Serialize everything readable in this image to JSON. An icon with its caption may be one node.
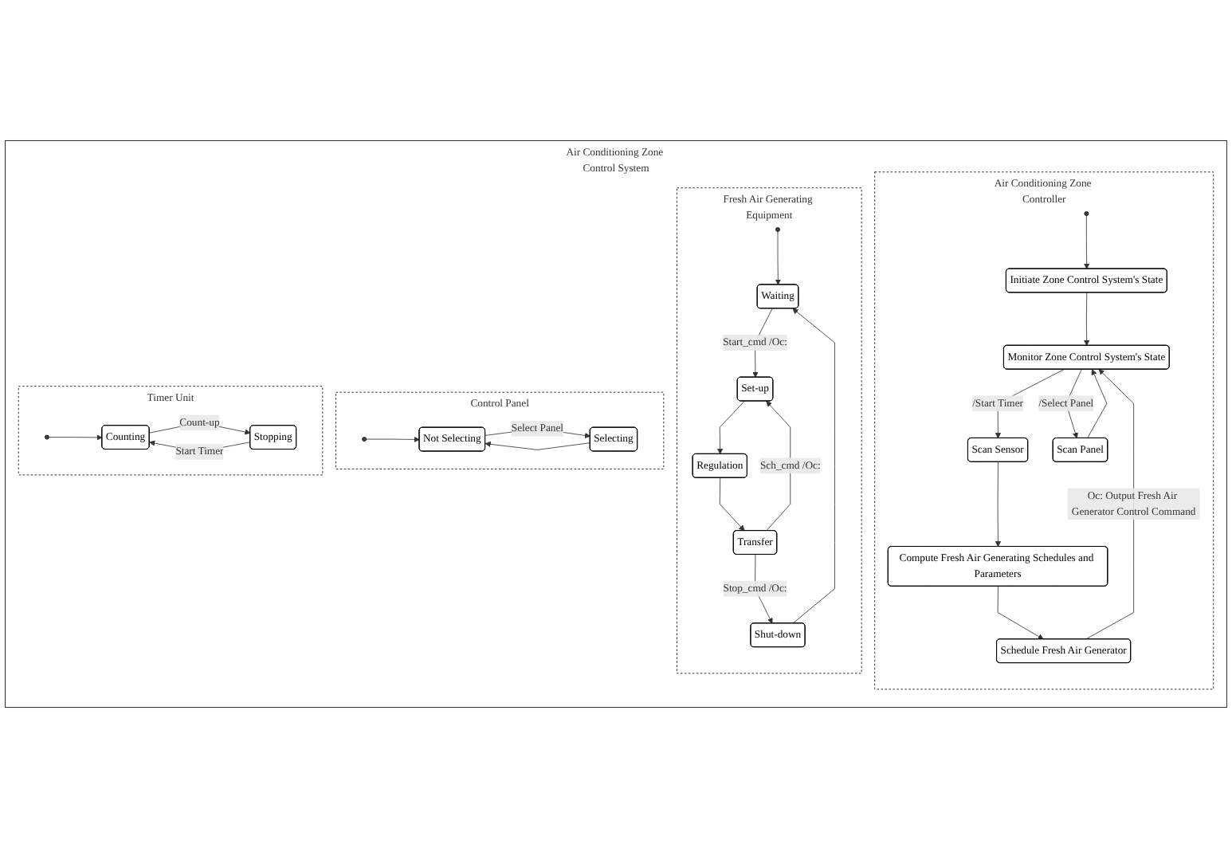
{
  "diagram": {
    "nodes": [
      {
        "text": [
          "Air Conditioning Zone Control System"
        ]
      },
      {
        "text": [
          "Air Conditioning Zone Controller"
        ],
        "in": 0
      },
      {
        "text": [],
        "shape": "circle",
        "in": 1
      },
      {
        "text": [
          "Initiate Zone Control System's State"
        ],
        "in": 1
      },
      {
        "text": [
          "Monitor Zone Control System's State"
        ],
        "in": 1
      },
      {
        "text": [
          "Scan Sensor"
        ],
        "in": 1
      },
      {
        "text": [
          "Compute Fresh Air Generating Schedules and Parameters"
        ],
        "in": 1
      },
      {
        "text": [
          "Scan Panel"
        ],
        "in": 1
      },
      {
        "text": [
          "Schedule Fresh Air Generator"
        ],
        "in": 1
      },
      {
        "text": [
          "Fresh Air Generating Equipment"
        ],
        "in": 0
      },
      {
        "text": [],
        "shape": "circle",
        "in": 9
      },
      {
        "text": [
          "Waiting"
        ],
        "in": 9
      },
      {
        "text": [
          "Set-up"
        ],
        "in": 9
      },
      {
        "text": [
          "Regulation"
        ],
        "in": 9
      },
      {
        "text": [
          "Transfer"
        ],
        "in": 9
      },
      {
        "text": [
          "Shut-down"
        ],
        "in": 9
      },
      {
        "text": [
          "Control Panel"
        ],
        "in": 0
      },
      {
        "text": [],
        "shape": "circle",
        "in": 16
      },
      {
        "text": [
          "Not Selecting"
        ],
        "in": 16
      },
      {
        "text": [
          "Selecting"
        ],
        "in": 16
      },
      {
        "text": [
          "Timer Unit"
        ],
        "in": 0
      },
      {
        "text": [],
        "shape": "circle",
        "in": 20
      },
      {
        "text": [
          "Counting"
        ],
        "in": 20
      },
      {
        "text": [
          "Stopping"
        ],
        "in": 20
      }
    ],
    "edges": [
      {
        "from": 2,
        "to": 3,
        "arrow": "to"
      },
      {
        "from": 3,
        "to": 4,
        "arrow": "to"
      },
      {
        "from": 4,
        "to": 5,
        "arrow": "to",
        "label": "/Start Timer"
      },
      {
        "from": 5,
        "to": 6,
        "arrow": "to"
      },
      {
        "from": 6,
        "to": 8,
        "arrow": "to"
      },
      {
        "from": 4,
        "to": 7,
        "arrow": "to",
        "label": "/Select Panel"
      },
      {
        "from": 7,
        "to": 4,
        "arrow": "to"
      },
      {
        "from": 8,
        "to": 4,
        "arrow": "to",
        "label": "Oc: Output Fresh Air Generator Control Command"
      },
      {
        "from": 10,
        "to": 11,
        "arrow": "to"
      },
      {
        "from": 11,
        "to": 12,
        "arrow": "to",
        "label": "Start_cmd /Oc:"
      },
      {
        "from": 12,
        "to": 13,
        "arrow": "to"
      },
      {
        "from": 13,
        "to": 14,
        "arrow": "to"
      },
      {
        "from": 14,
        "to": 12,
        "arrow": "to",
        "label": "Sch_cmd /Oc:"
      },
      {
        "from": 14,
        "to": 15,
        "arrow": "to",
        "label": "Stop_cmd /Oc:"
      },
      {
        "from": 15,
        "to": 11,
        "arrow": "to"
      },
      {
        "from": 17,
        "to": 18,
        "arrow": "to"
      },
      {
        "from": 18,
        "to": 19,
        "arrow": "to",
        "label": "Select Panel"
      },
      {
        "from": 19,
        "to": 18,
        "arrow": "to"
      },
      {
        "from": 21,
        "to": 22,
        "arrow": "to"
      },
      {
        "from": 22,
        "to": 23,
        "arrow": "to",
        "label": "Count-up"
      },
      {
        "from": 23,
        "to": 22,
        "arrow": "to",
        "label": "Start Timer"
      }
    ]
  }
}
